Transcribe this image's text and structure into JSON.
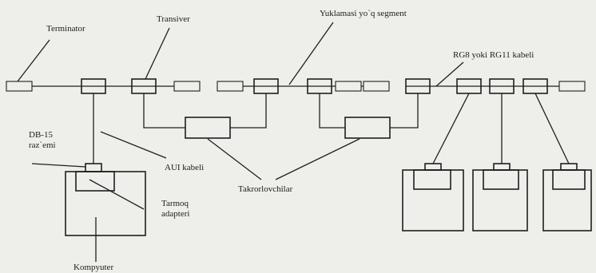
{
  "labels": {
    "terminator": "Terminator",
    "transiver": "Transiver",
    "segment": "Yuklamasi yo`q segment",
    "cable": "RG8 yoki RG11 kabeli",
    "db15_line1": "DB-15",
    "db15_line2": "raz`emi",
    "aui": "AUI kabeli",
    "repeaters": "Takrorlovchilar",
    "adapter_line1": "Tarmoq",
    "adapter_line2": "adapteri",
    "computer": "Kompyuter"
  }
}
